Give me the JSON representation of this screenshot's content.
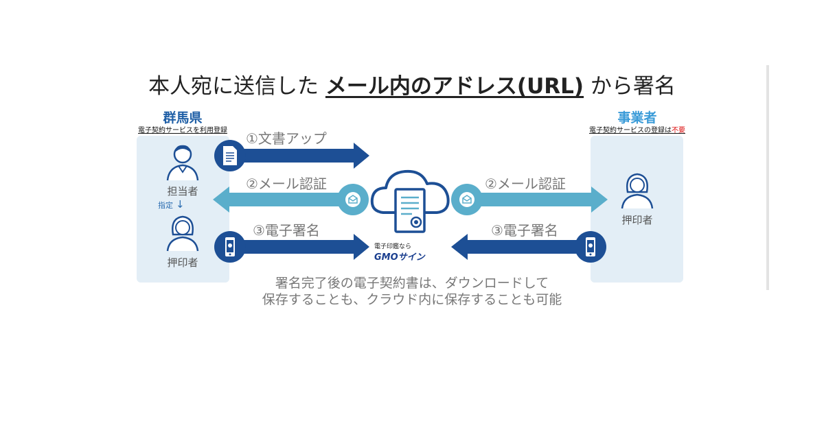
{
  "title": {
    "prefix": "本人宛に送信した ",
    "emphasis": "メール内のアドレス(URL)",
    "suffix": " から署名"
  },
  "left": {
    "org": "群馬県",
    "note": "電子契約サービスを利用登録",
    "role_top": "担当者",
    "designate": "指定",
    "role_bottom": "押印者"
  },
  "right": {
    "org": "事業者",
    "note_main": "電子契約サービスの登録は",
    "note_emph": "不要",
    "role": "押印者"
  },
  "steps": {
    "upload": "①文書アップ",
    "mail_left": "②メール認証",
    "mail_right": "②メール認証",
    "sign_left": "③電子署名",
    "sign_right": "③電子署名"
  },
  "brand": {
    "small": "電子印鑑なら",
    "name": "GMOサイン"
  },
  "caption": {
    "line1": "署名完了後の電子契約書は、ダウンロードして",
    "line2": "保存することも、クラウド内に保存することも可能"
  },
  "colors": {
    "dark_blue": "#1d4f95",
    "light_blue": "#5aaecb",
    "panel": "#e3eef6",
    "red": "#dd1111"
  },
  "icons": [
    "person-icon",
    "document-icon",
    "envelope-icon",
    "smartphone-icon",
    "cloud-certificate-icon"
  ]
}
